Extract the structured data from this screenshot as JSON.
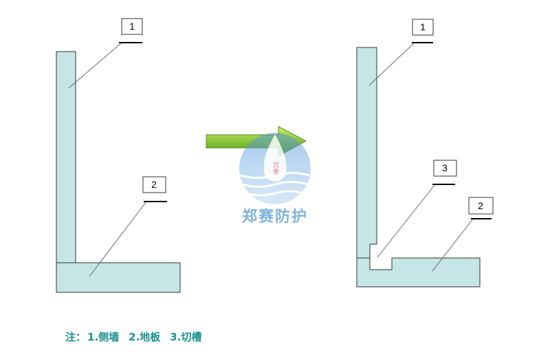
{
  "colors": {
    "wall_fill": "#c5e5e6",
    "outline": "#333333",
    "arrow_fill_start": "#b5e04a",
    "arrow_fill_end": "#4a9a16",
    "note_text": "#1a8f8f",
    "watermark": "#7fb2dd"
  },
  "left_figure": {
    "parts": [
      {
        "id": "1",
        "name": "wall"
      },
      {
        "id": "2",
        "name": "floor"
      }
    ]
  },
  "right_figure": {
    "parts": [
      {
        "id": "1",
        "name": "wall"
      },
      {
        "id": "2",
        "name": "floor"
      },
      {
        "id": "3",
        "name": "groove"
      }
    ]
  },
  "labels": {
    "left_1": "1",
    "left_2": "2",
    "right_1": "1",
    "right_2": "2",
    "right_3": "3"
  },
  "watermark": {
    "brand": "郑赛防护",
    "logo_glyphs": "冗余"
  },
  "note": {
    "prefix": "注：",
    "items": [
      "1.侧墙",
      "2.地板",
      "3.切槽"
    ]
  },
  "icons": {
    "transform_arrow": "right-arrow-icon",
    "logo": "water-drop-logo-icon"
  }
}
